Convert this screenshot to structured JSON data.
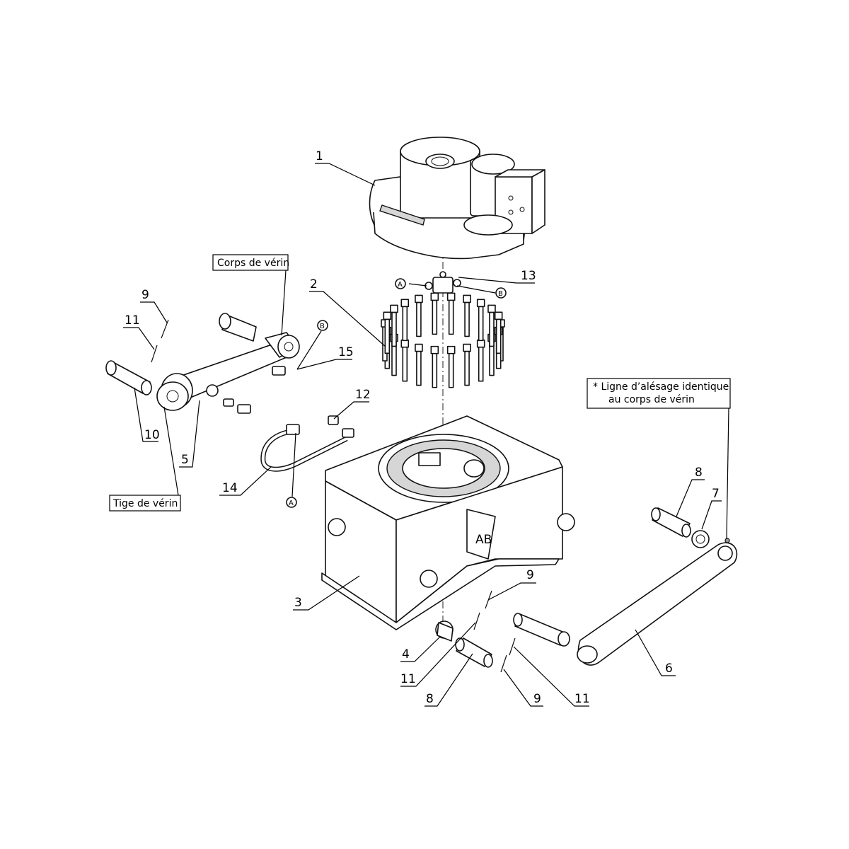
{
  "callouts": {
    "c1": "1",
    "c2": "2",
    "c3": "3",
    "c4": "4",
    "c5": "5",
    "c6": "6",
    "c7": "7",
    "c8a": "8",
    "c8b": "8",
    "c9a": "9",
    "c9b": "9",
    "c9c": "9",
    "c10": "10",
    "c11a": "11",
    "c11b": "11",
    "c11c": "11",
    "c12": "12",
    "c13": "13",
    "c14": "14",
    "c15": "15"
  },
  "ports": {
    "a": "A",
    "b": "B"
  },
  "labels": {
    "cylinder_body": "Corps de vérin",
    "cylinder_rod": "Tige de vérin",
    "bore_note_line1": "* Ligne d’alésage identique",
    "bore_note_line2": "au corps de vérin"
  }
}
